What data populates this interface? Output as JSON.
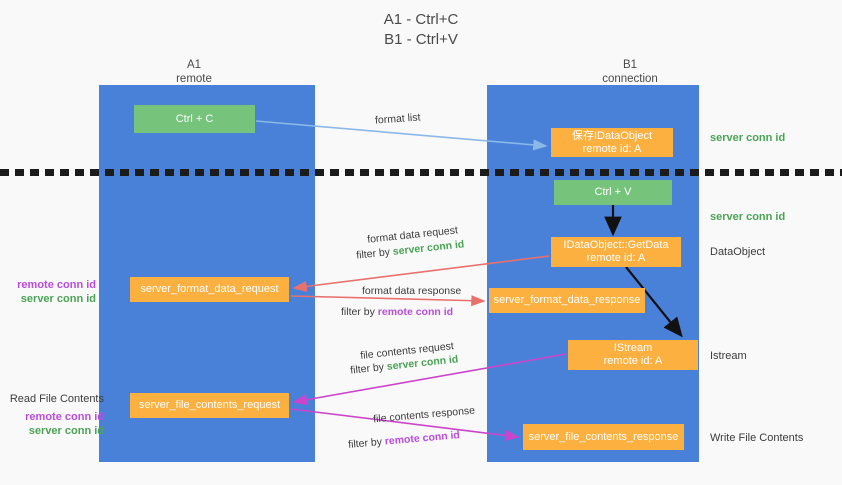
{
  "title": {
    "line1": "A1 - Ctrl+C",
    "line2": "B1 - Ctrl+V"
  },
  "lanes": [
    {
      "id": "a1",
      "name": "A1",
      "subtitle": "remote"
    },
    {
      "id": "b1",
      "name": "B1",
      "subtitle": "connection"
    }
  ],
  "nodes": {
    "ctrl_c": {
      "label": "Ctrl + C",
      "color": "#76c47c",
      "lane": "a1"
    },
    "data_object": {
      "label": "保存IDataObject",
      "label2": "remote id: A",
      "color": "#fbb040",
      "lane": "b1"
    },
    "ctrl_v": {
      "label": "Ctrl + V",
      "color": "#76c47c",
      "lane": "b1"
    },
    "get_data": {
      "label": "IDataObject::GetData",
      "label2": "remote id: A",
      "color": "#fbb040",
      "lane": "b1"
    },
    "format_data_req": {
      "label": "server_format_data_request",
      "color": "#fbb040",
      "lane": "a1"
    },
    "format_data_resp": {
      "label": "server_format_data_response",
      "color": "#fbb040",
      "lane": "b1"
    },
    "istream": {
      "label": "IStream",
      "label2": "remote id: A",
      "color": "#fbb040",
      "lane": "b1"
    },
    "file_contents_req": {
      "label": "server_file_contents_request",
      "color": "#fbb040",
      "lane": "a1"
    },
    "file_contents_resp": {
      "label": "server_file_contents_response",
      "color": "#fbb040",
      "lane": "b1"
    }
  },
  "edge_labels": {
    "format_list": "format list",
    "format_data_request": "format data request",
    "format_data_req_filter_prefix": "filter by ",
    "format_data_req_filter_value": "server conn id",
    "format_data_response": "format data response",
    "format_data_resp_filter_prefix": "filter by ",
    "format_data_resp_filter_value": "remote conn id",
    "file_contents_request": "file contents request",
    "file_contents_req_filter_prefix": "filter by ",
    "file_contents_req_filter_value": "server conn id",
    "file_contents_response": "file contents response",
    "file_contents_resp_filter_prefix": "filter by ",
    "file_contents_resp_filter_value": "remote conn id"
  },
  "annotations": {
    "right": [
      {
        "text": "server conn id",
        "style": "green"
      },
      {
        "text": "server conn id",
        "style": "green"
      },
      {
        "text": "DataObject",
        "style": "plain"
      },
      {
        "text": "Istream",
        "style": "plain"
      },
      {
        "text": "Write File Contents",
        "style": "plain"
      }
    ],
    "left": {
      "conn_remote_1": "remote conn id",
      "conn_server_1": "server conn id",
      "read_file_contents": "Read File Contents",
      "conn_remote_2": "remote conn id",
      "conn_server_2": "server conn id"
    }
  },
  "colors": {
    "lane_blue": "#4a81d8",
    "node_green": "#76c47c",
    "node_orange": "#fbb040",
    "green_text": "#4aa356",
    "purple_text": "#b84ddb",
    "arrow_blue": "#8ab8e8",
    "arrow_red": "#e8716d",
    "arrow_magenta": "#cc44cc",
    "arrow_black": "#111111",
    "background": "#f9f9f9"
  }
}
